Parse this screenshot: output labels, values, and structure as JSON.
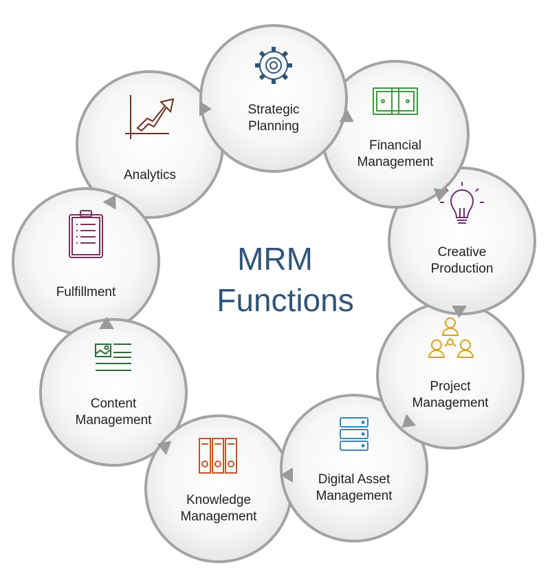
{
  "title": {
    "line1": "MRM",
    "line2": "Functions",
    "color": "#2f5578"
  },
  "colors": {
    "ring": "#a3a3a3",
    "arrow": "#9a9a9a"
  },
  "functions": [
    {
      "id": "strategic-planning",
      "lines": [
        "Strategic",
        "Planning"
      ],
      "icon": "gear-icon",
      "color": "#2f5578"
    },
    {
      "id": "financial-management",
      "lines": [
        "Financial",
        "Management"
      ],
      "icon": "money-icon",
      "color": "#3e9a3e"
    },
    {
      "id": "creative-production",
      "lines": [
        "Creative",
        "Production"
      ],
      "icon": "lightbulb-icon",
      "color": "#6b2f6b"
    },
    {
      "id": "project-management",
      "lines": [
        "Project",
        "Management"
      ],
      "icon": "team-icon",
      "color": "#d4a31f"
    },
    {
      "id": "digital-asset-management",
      "lines": [
        "Digital Asset",
        "Management"
      ],
      "icon": "server-icon",
      "color": "#3a86b8"
    },
    {
      "id": "knowledge-management",
      "lines": [
        "Knowledge",
        "Management"
      ],
      "icon": "binders-icon",
      "color": "#c0522a"
    },
    {
      "id": "content-management",
      "lines": [
        "Content",
        "Management"
      ],
      "icon": "content-icon",
      "color": "#2e6b38"
    },
    {
      "id": "fulfillment",
      "lines": [
        "Fulfillment"
      ],
      "icon": "clipboard-icon",
      "color": "#7a2e5a"
    },
    {
      "id": "analytics",
      "lines": [
        "Analytics"
      ],
      "icon": "chart-up-icon",
      "color": "#6a2f1f"
    }
  ]
}
